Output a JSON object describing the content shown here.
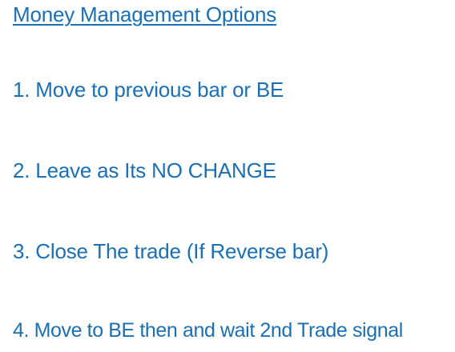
{
  "title": "Money Management Options",
  "options": [
    "1. Move to previous bar or BE",
    "2. Leave as Its NO CHANGE",
    "3. Close The trade (If Reverse bar)",
    "4. Move to BE then and wait 2nd Trade signal"
  ],
  "colors": {
    "text": "#1a6fb5",
    "background": "#ffffff"
  }
}
